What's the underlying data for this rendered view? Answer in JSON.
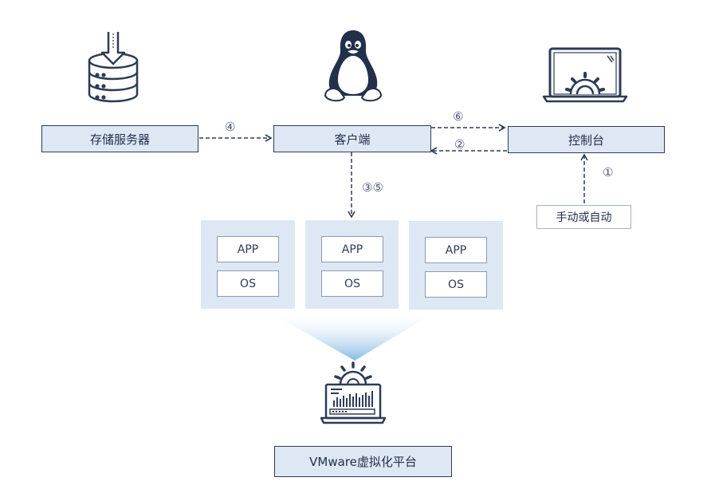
{
  "nodes": {
    "storage_server": "存储服务器",
    "client": "客户端",
    "console": "控制台",
    "trigger": "手动或自动",
    "platform": "VMware虚拟化平台"
  },
  "steps": {
    "s1": "①",
    "s2": "②",
    "s35": "③⑤",
    "s4": "④",
    "s6": "⑥"
  },
  "vms": [
    {
      "app": "APP",
      "os": "OS"
    },
    {
      "app": "APP",
      "os": "OS"
    },
    {
      "app": "APP",
      "os": "OS"
    }
  ],
  "icons": {
    "storage": "database-server-icon",
    "client": "linux-tux-icon",
    "console": "laptop-gear-icon",
    "platform": "laptop-gear-chart-icon"
  },
  "colors": {
    "box_fill": "#dde8f4",
    "stroke": "#2e3b57",
    "beam": "#b9d7ef"
  }
}
